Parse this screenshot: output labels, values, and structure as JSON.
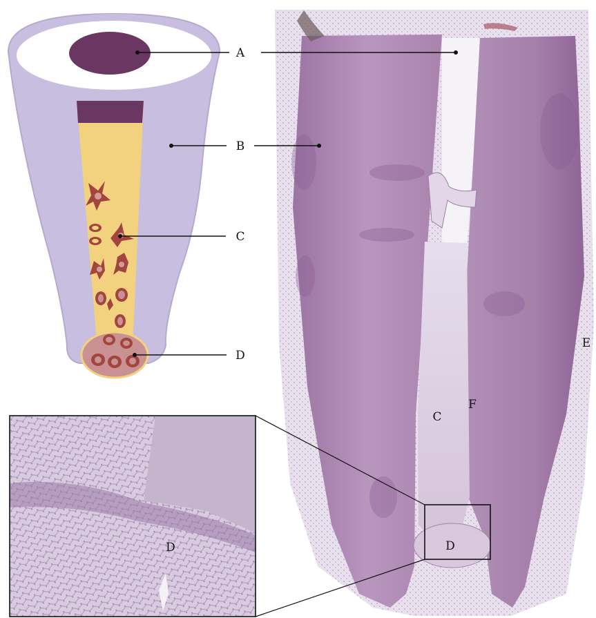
{
  "figure": {
    "labels": {
      "a": "A",
      "b": "B",
      "c": "C",
      "d": "D",
      "e": "E",
      "f": "F"
    },
    "colors": {
      "sheath": "#c8bedf",
      "sheath_edge": "#b4a9d1",
      "pulp_yellow": "#f2d27f",
      "dark_purple": "#6a3763",
      "dentin_purple": "#a984ad",
      "cell_red": "#a3453f",
      "cell_pink": "#c99191",
      "tissue_bg": "#ece8f1",
      "inset_bg": "#d7c9df"
    }
  }
}
